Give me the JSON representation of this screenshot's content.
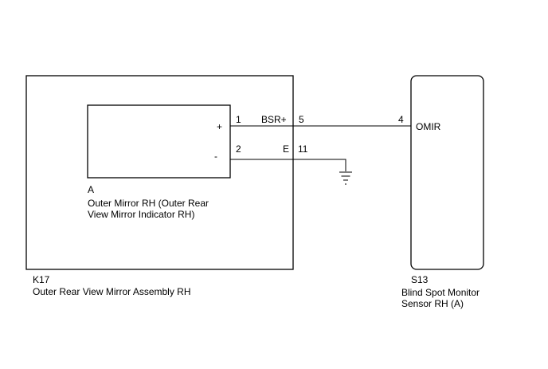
{
  "assembly": {
    "code": "K17",
    "name": "Outer Rear View Mirror Assembly RH",
    "component": {
      "letter": "A",
      "name_line1": "Outer Mirror RH (Outer Rear",
      "name_line2": "View Mirror Indicator RH)",
      "plus_symbol": "+",
      "minus_symbol": "-"
    }
  },
  "sensor": {
    "code": "S13",
    "name_line1": "Blind Spot Monitor",
    "name_line2": "Sensor RH (A)",
    "terminal_name": "OMIR"
  },
  "wires": [
    {
      "pin_inner": "1",
      "signal": "BSR+",
      "pin_outer": "5",
      "pin_sensor": "4"
    },
    {
      "pin_inner": "2",
      "signal": "E",
      "pin_outer": "11"
    }
  ],
  "ground_icon": "ground-symbol-icon"
}
